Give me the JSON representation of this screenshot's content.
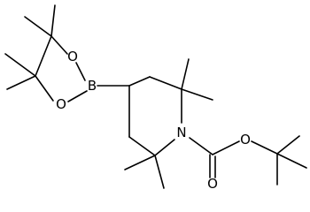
{
  "structure": {
    "atoms": {
      "boron": "B",
      "ring_oxygen_top": "O",
      "ring_oxygen_bottom": "O",
      "piperidine_nitrogen": "N",
      "carbonyl_oxygen": "O",
      "ester_oxygen": "O"
    }
  },
  "colors": {
    "ink": "#000000",
    "background": "#ffffff"
  }
}
